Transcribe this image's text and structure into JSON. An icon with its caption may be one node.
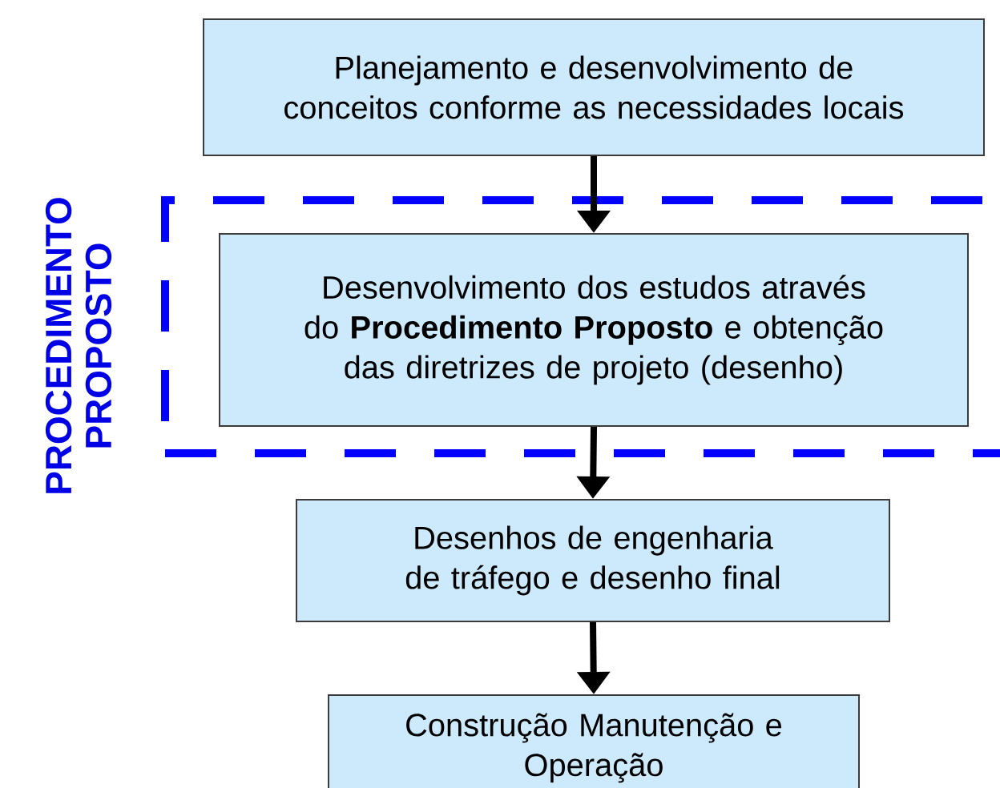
{
  "diagram": {
    "nodes": [
      {
        "text": [
          "PROCEDIMENTO PROPOSTO"
        ]
      },
      {
        "text": [
          "Planejamento e desenvolvimento de conceitos conforme as necessidades locais"
        ]
      },
      {
        "text": [
          "Desenvolvimento dos estudos através do **Procedimento Proposto** e obtenção das diretrizes de projeto (desenho)"
        ],
        "in": 0
      },
      {
        "text": [
          "Desenhos de engenharia de tráfego e desenho final"
        ]
      },
      {
        "text": [
          "Construção Manutenção e Operação"
        ]
      }
    ],
    "edges": [
      {
        "from": 1,
        "to": 2,
        "arrow": "to"
      },
      {
        "from": 2,
        "to": 3,
        "arrow": "to"
      },
      {
        "from": 3,
        "to": 4,
        "arrow": "to"
      }
    ]
  }
}
